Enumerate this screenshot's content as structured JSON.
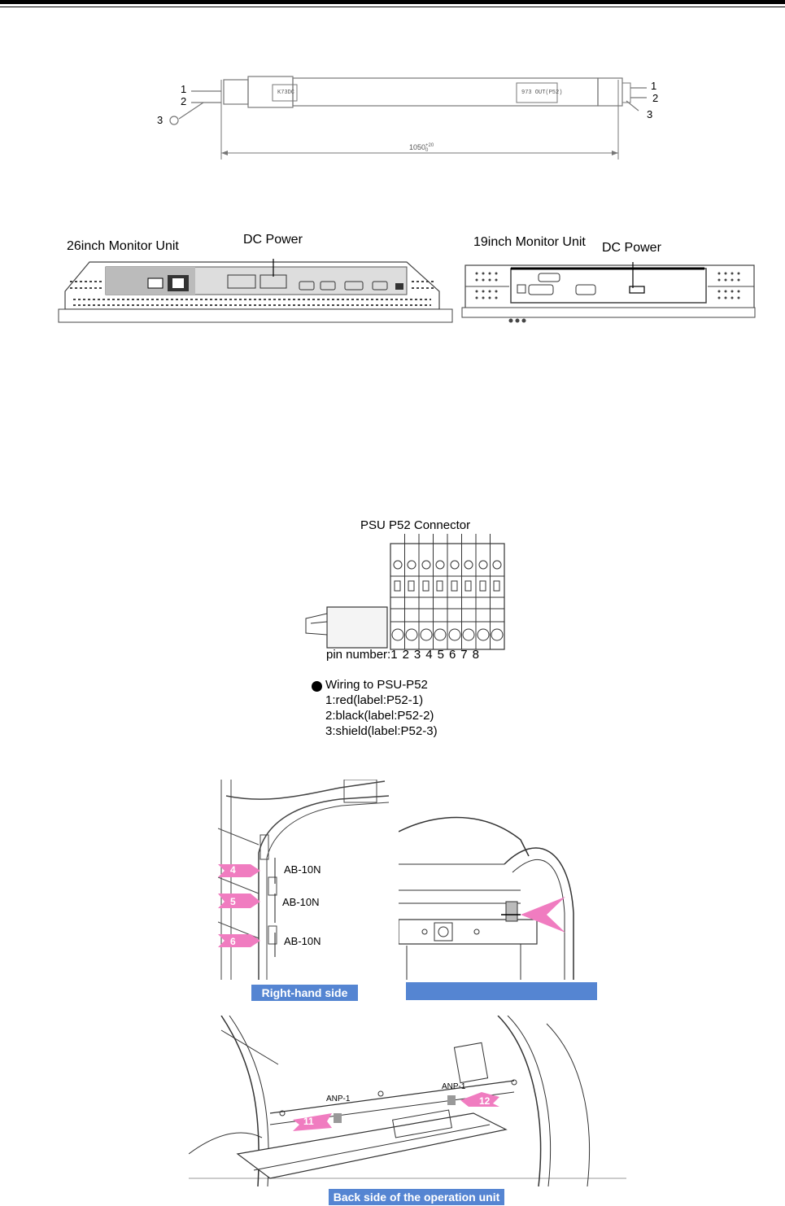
{
  "cable": {
    "left_pins": [
      "1",
      "2",
      "3"
    ],
    "right_pins": [
      "1",
      "2",
      "3"
    ],
    "left_label": "K73DC",
    "right_label": "973 OUT(P52)",
    "length": "1050",
    "tolerance_top": "+20",
    "tolerance_bottom": "0"
  },
  "monitors": {
    "m26_title": "26inch Monitor Unit",
    "m26_dc": "DC Power",
    "m19_title": "19inch Monitor Unit",
    "m19_dc": "DC Power"
  },
  "psu": {
    "title": "PSU P52 Connector",
    "pin_prefix": "pin number:",
    "pins": [
      "1",
      "2",
      "3",
      "4",
      "5",
      "6",
      "7",
      "8"
    ],
    "wiring_title": "Wiring to PSU-P52",
    "wiring": [
      "1:red(label:P52-1)",
      "2:black(label:P52-2)",
      "3:shield(label:P52-3)"
    ]
  },
  "assembly": {
    "right_caption": "Right-hand side",
    "blank_caption": "",
    "back_caption": "Back side of the operation unit",
    "bolt_label": "AB-10N",
    "nut_label": "ANP-1",
    "arrows": [
      "4",
      "5",
      "6",
      "11",
      "12"
    ]
  },
  "colors": {
    "arrow": "#f07cc0",
    "caption_bg": "#5585d2"
  }
}
